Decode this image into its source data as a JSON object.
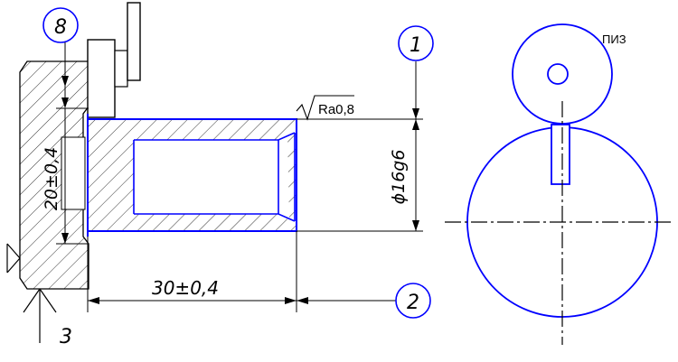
{
  "labels": {
    "ref_8": "8",
    "ref_1": "1",
    "ref_2": "2",
    "ref_3": "3",
    "roughness": "Ra0,8",
    "dim_diameter": "ϕ16g6",
    "dim_height": "20±0,4",
    "dim_length": "30±0,4",
    "tool_name": "ПИЗ"
  },
  "colors": {
    "outline": "#0000ff",
    "lines": "#000000",
    "background": "#ffffff"
  }
}
